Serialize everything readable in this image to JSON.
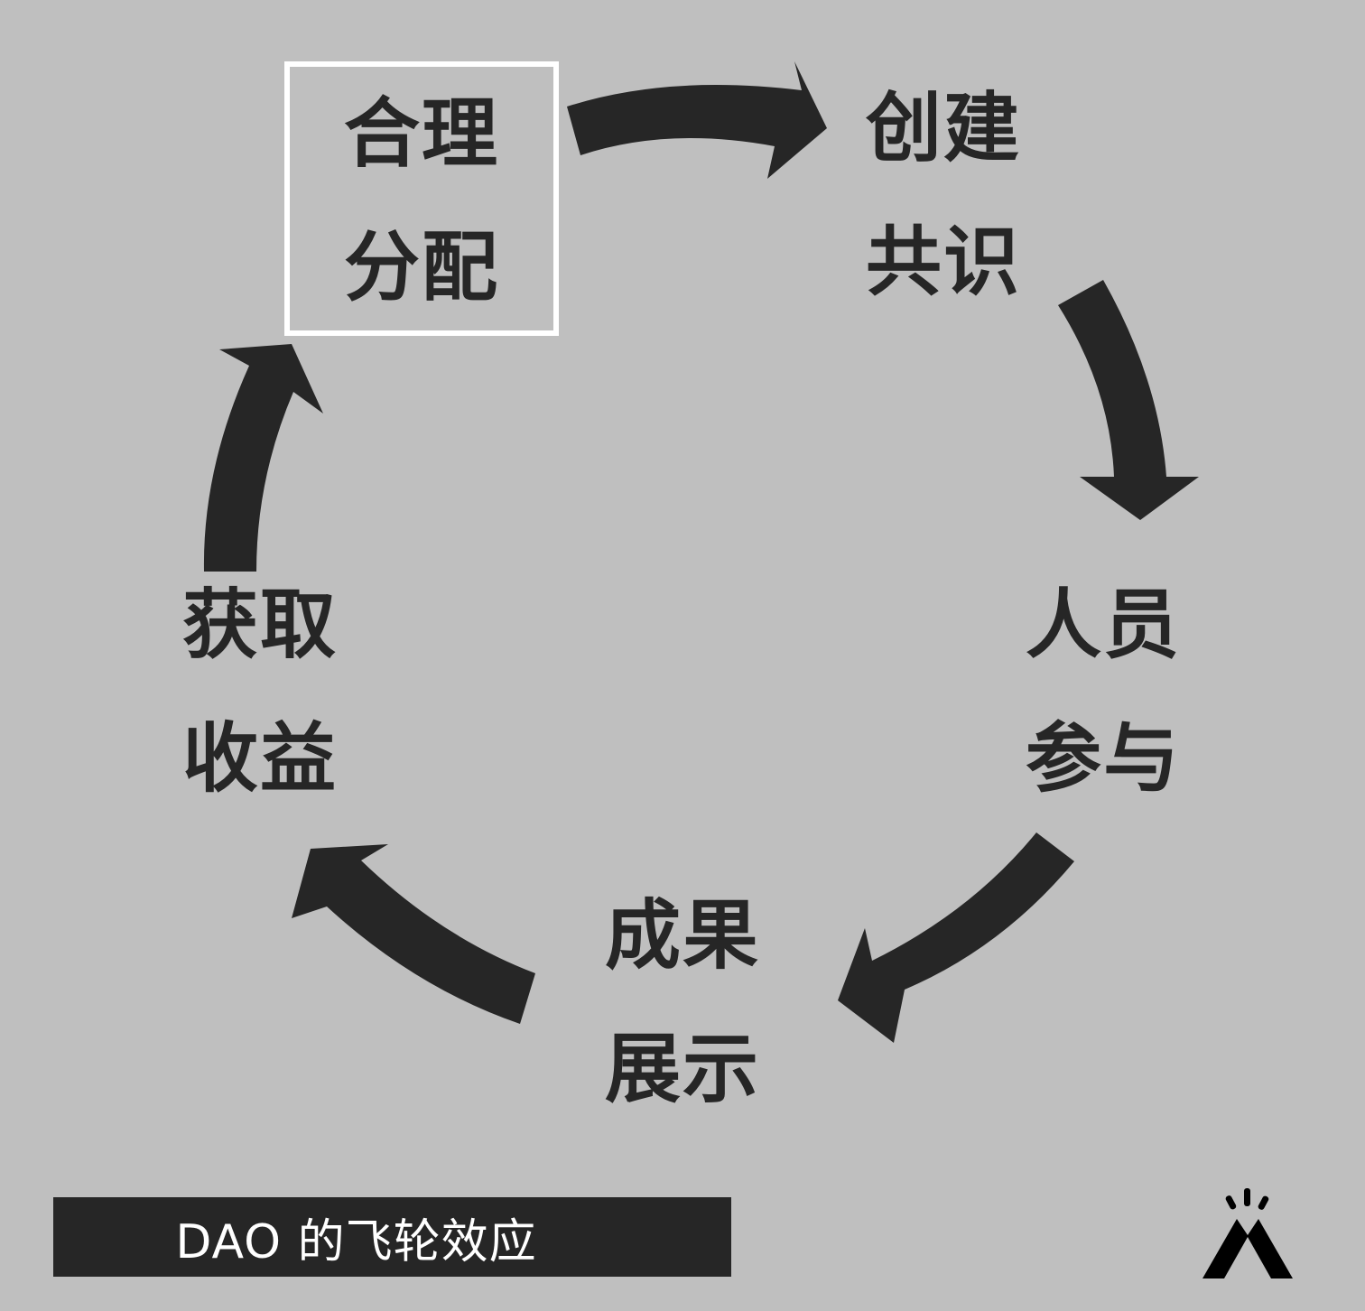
{
  "diagram": {
    "nodes": [
      {
        "id": "allocate",
        "lines": [
          "合理",
          "分配"
        ],
        "highlighted": true
      },
      {
        "id": "consensus",
        "lines": [
          "创建",
          "共识"
        ]
      },
      {
        "id": "participation",
        "lines": [
          "人员",
          "参与"
        ]
      },
      {
        "id": "showcase",
        "lines": [
          "成果",
          "展示"
        ]
      },
      {
        "id": "revenue",
        "lines": [
          "获取",
          "收益"
        ]
      }
    ],
    "cycle_order": [
      "allocate",
      "consensus",
      "participation",
      "showcase",
      "revenue"
    ],
    "colors": {
      "background": "#bfbfbf",
      "arrow": "#262626",
      "text": "#262626",
      "highlight_border": "#ffffff",
      "caption_bg": "#262626",
      "caption_text": "#ffffff"
    }
  },
  "caption": {
    "text": "DAO 的飞轮效应"
  },
  "logo": {
    "icon": "mountain-logo-icon"
  }
}
